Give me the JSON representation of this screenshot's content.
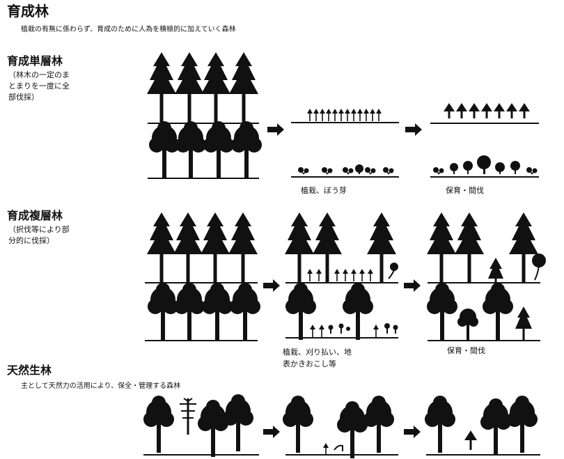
{
  "title": "育成林",
  "description": "植栽の有無に係わらず、育成のために人為を積極的に加えていく森林",
  "sections": [
    {
      "title": "育成単層林",
      "note_lines": [
        "（林木の一定のま",
        "とまりを一度に全",
        "部伐採）"
      ],
      "captions": [
        "植栽、ぼう芽",
        "保育・間伐"
      ]
    },
    {
      "title": "育成複層林",
      "note_lines": [
        "（択伐等により部",
        "分的に伐採）"
      ],
      "captions_lines": [
        [
          "植栽、刈り払い、地",
          "表かきおこし等"
        ],
        [
          "保育・間伐"
        ]
      ]
    },
    {
      "title": "天然生林",
      "description": "主として天然力の活用により、保全・管理する森林"
    }
  ],
  "colors": {
    "ink": "#111111",
    "background": "#ffffff"
  }
}
